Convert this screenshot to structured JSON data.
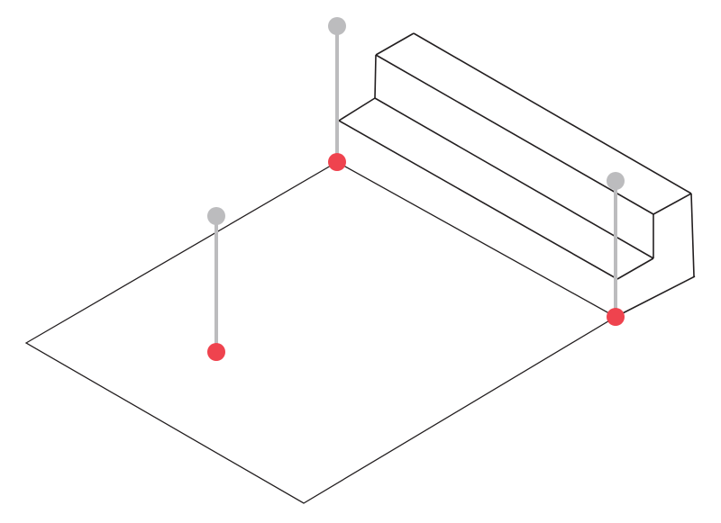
{
  "diagram": {
    "colors": {
      "line": "#231f20",
      "pole": "#bcbcbe",
      "pole_top": "#bcbcbe",
      "ground_point": "#ef434e",
      "background": "#ffffff"
    },
    "elements": [
      "ground-plane",
      "step-structure",
      "pole-markers"
    ],
    "pole_count": 3
  }
}
